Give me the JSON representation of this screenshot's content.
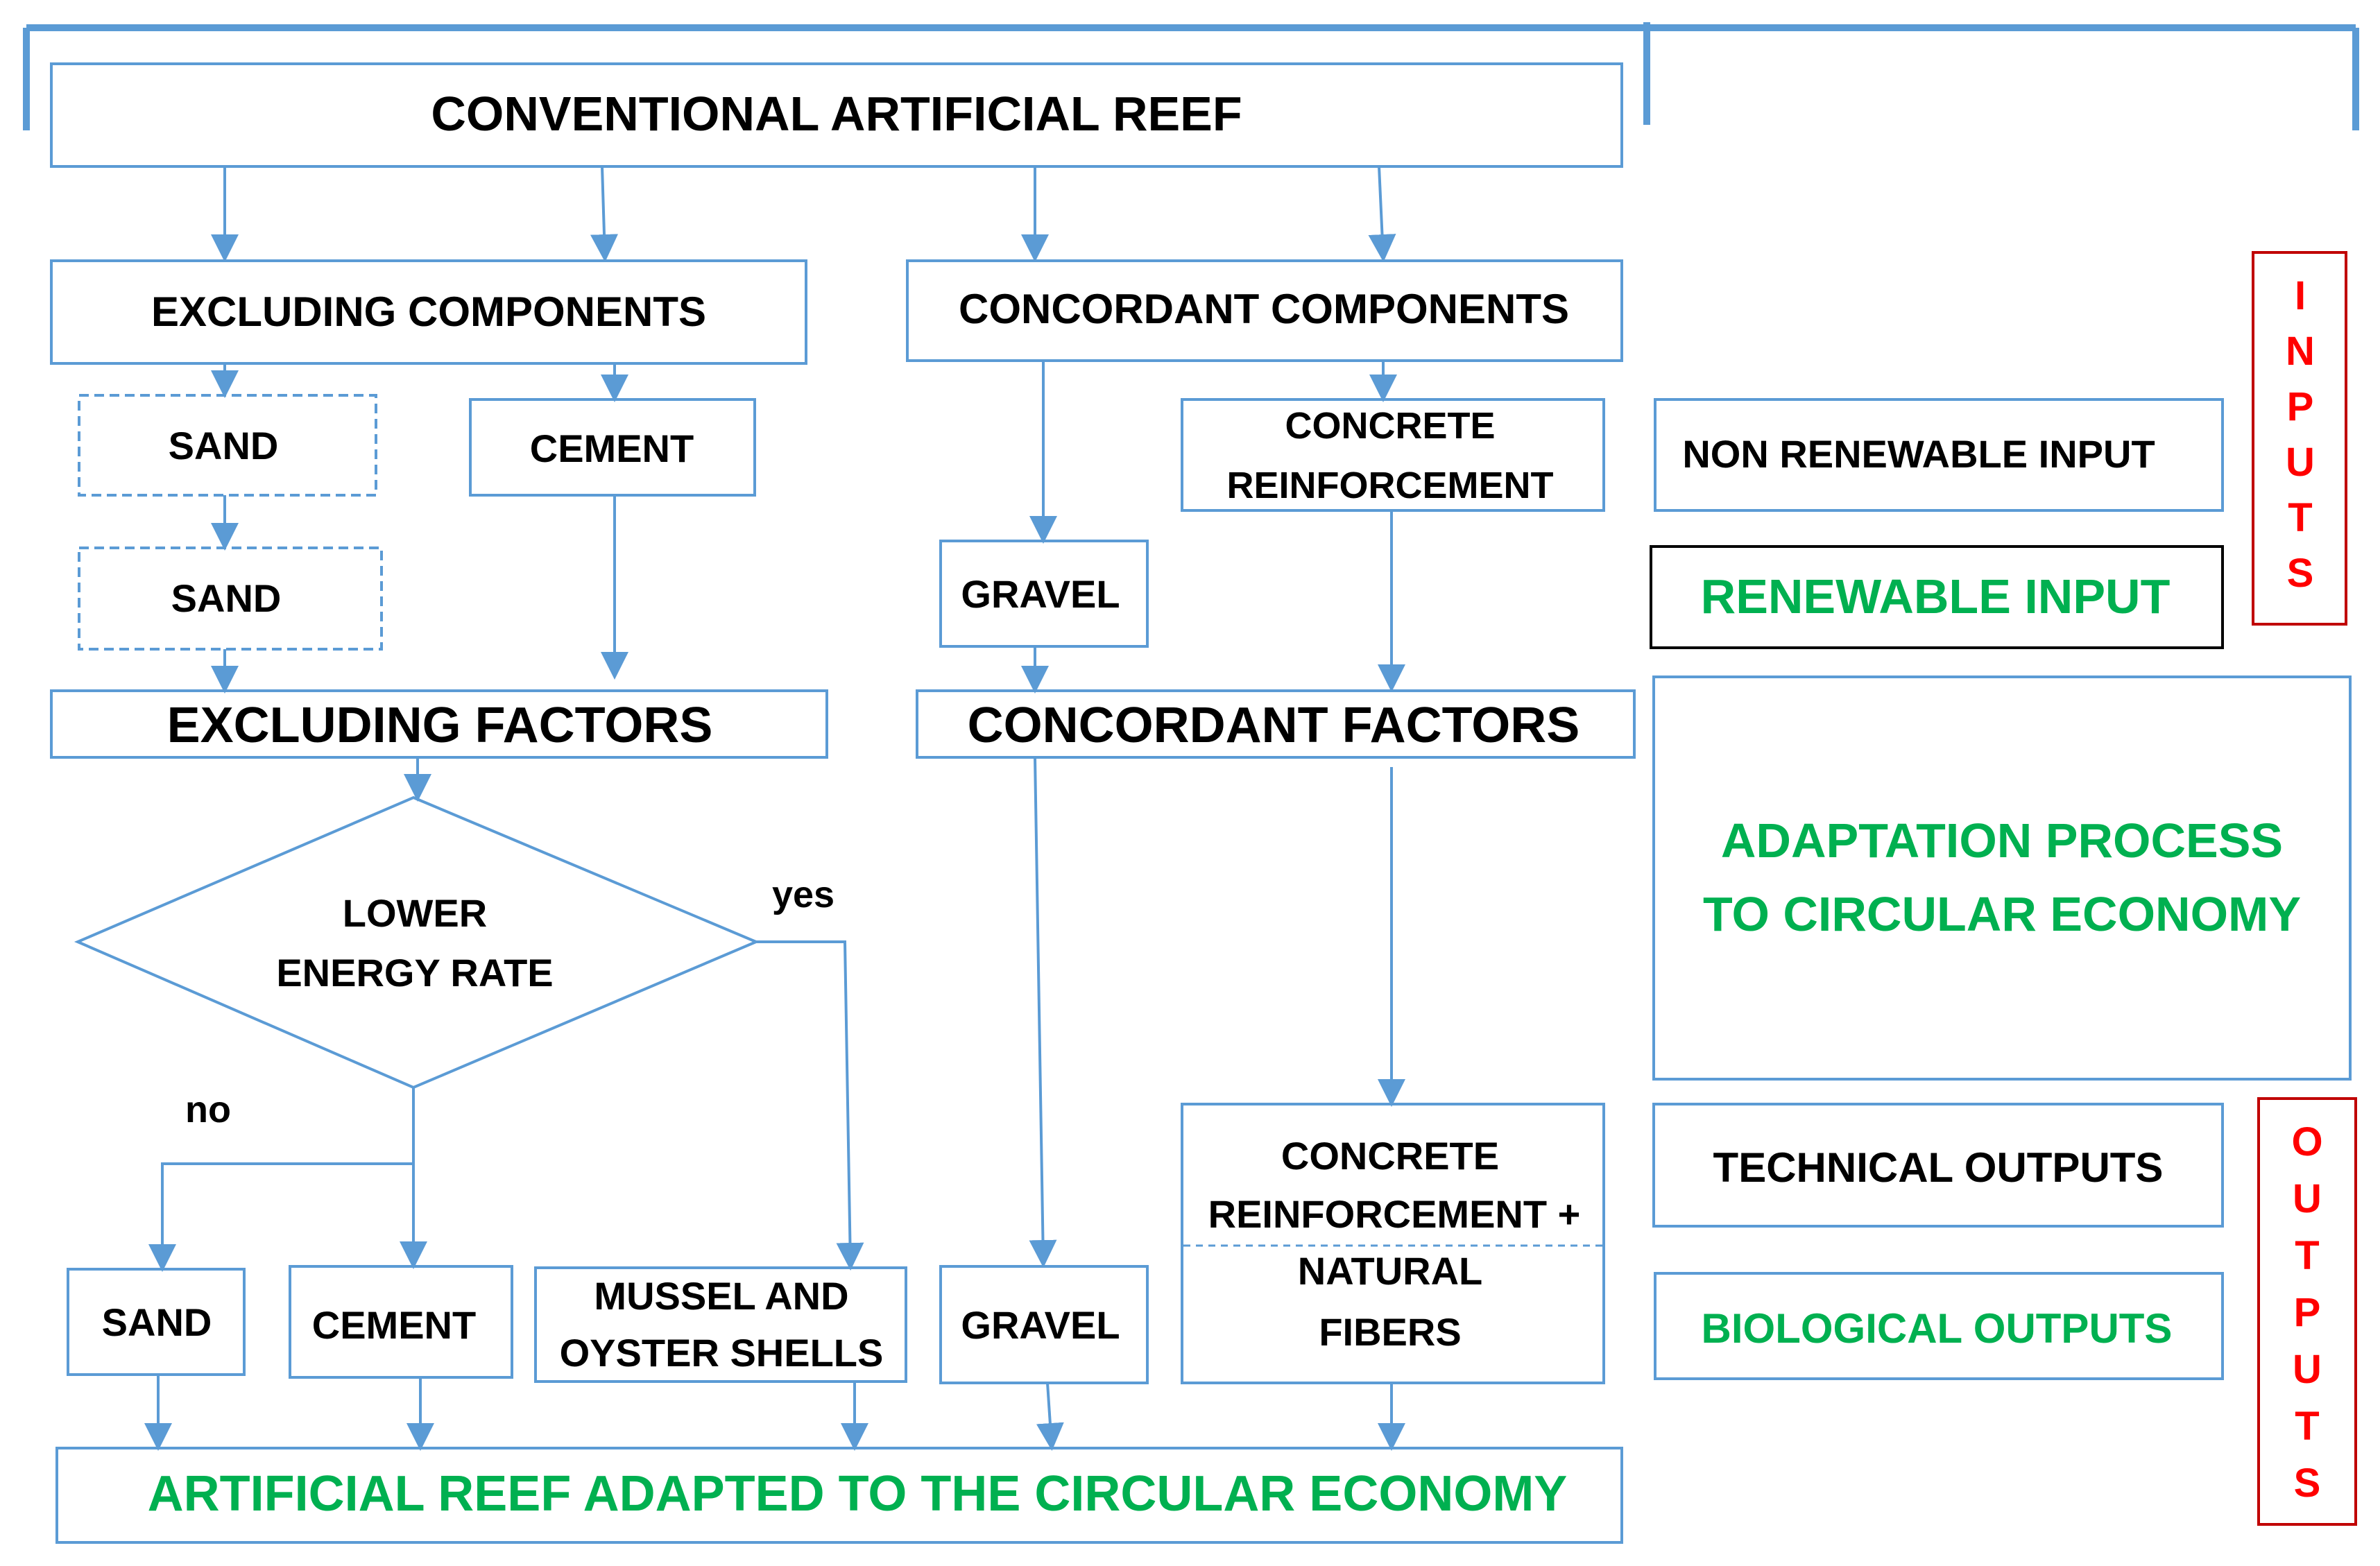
{
  "colors": {
    "line": "#5b9bd5",
    "text": "#000000",
    "green": "#00b050",
    "red": "#ff0000",
    "box_dark": "#000000",
    "box_red": "#c00000"
  },
  "nodes": {
    "conventional": "CONVENTIONAL ARTIFICIAL REEF",
    "excluding_components": "EXCLUDING  COMPONENTS",
    "concordant_components": "CONCORDANT  COMPONENTS",
    "sand_1": "SAND",
    "sand_2": "SAND",
    "cement_1": "CEMENT",
    "concrete_reinforcement": {
      "line1": "CONCRETE",
      "line2": "REINFORCEMENT"
    },
    "gravel_1": "GRAVEL",
    "excluding_factors": "EXCLUDING FACTORS",
    "concordant_factors": "CONCORDANT FACTORS",
    "decision": {
      "line1": "LOWER",
      "line2": "ENERGY RATE"
    },
    "yes": "yes",
    "no": "no",
    "sand_3": "SAND",
    "cement_2": "CEMENT",
    "shells": {
      "line1": "MUSSEL AND",
      "line2": "OYSTER SHELLS"
    },
    "gravel_2": "GRAVEL",
    "reinforcement_fibers": {
      "line1": "CONCRETE",
      "line2": "REINFORCEMENT +",
      "line3": "NATURAL",
      "line4": "FIBERS"
    },
    "adapted_reef": "ARTIFICIAL REEF ADAPTED TO THE CIRCULAR ECONOMY"
  },
  "legend": {
    "non_renewable": "NON RENEWABLE INPUT",
    "renewable": "RENEWABLE INPUT",
    "adaptation": {
      "line1": "ADAPTATION PROCESS",
      "line2": "TO CIRCULAR ECONOMY"
    },
    "technical": "TECHNICAL OUTPUTS",
    "biological": "BIOLOGICAL OUTPUTS",
    "inputs_letters": [
      "I",
      "N",
      "P",
      "U",
      "T",
      "S"
    ],
    "outputs_letters": [
      "O",
      "U",
      "T",
      "P",
      "U",
      "T",
      "S"
    ]
  }
}
